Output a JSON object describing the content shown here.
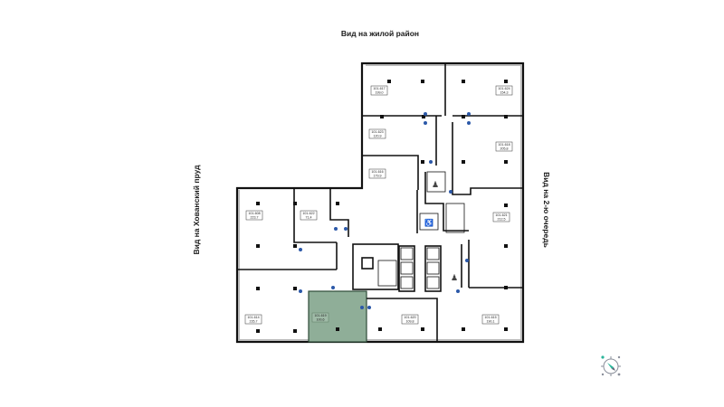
{
  "views": {
    "top": "Вид на жилой район",
    "left": "Вид на Хованский пруд",
    "right": "Вид на 2-ю очередь"
  },
  "colors": {
    "selected_unit": "#8fae98",
    "wall": "#111111",
    "water_icon": "#2b58a8",
    "compass_accent": "#2bb59a"
  },
  "units": [
    {
      "id": "101-617",
      "area": "199,0"
    },
    {
      "id": "101-624",
      "area": "154,3"
    },
    {
      "id": "101-623",
      "area": "120,9"
    },
    {
      "id": "101-618",
      "area": "205,8"
    },
    {
      "id": "101-616",
      "area": "179,9"
    },
    {
      "id": "101-608",
      "area": "223,7"
    },
    {
      "id": "101-622",
      "area": "71,4"
    },
    {
      "id": "101-621",
      "area": "212,5"
    },
    {
      "id": "101-614",
      "area": "235,7"
    },
    {
      "id": "101-619",
      "area": "100,6",
      "selected": true
    },
    {
      "id": "101-620",
      "area": "109,8"
    },
    {
      "id": "101-615",
      "area": "190,1"
    }
  ],
  "compass": {
    "icon": "compass-icon"
  }
}
